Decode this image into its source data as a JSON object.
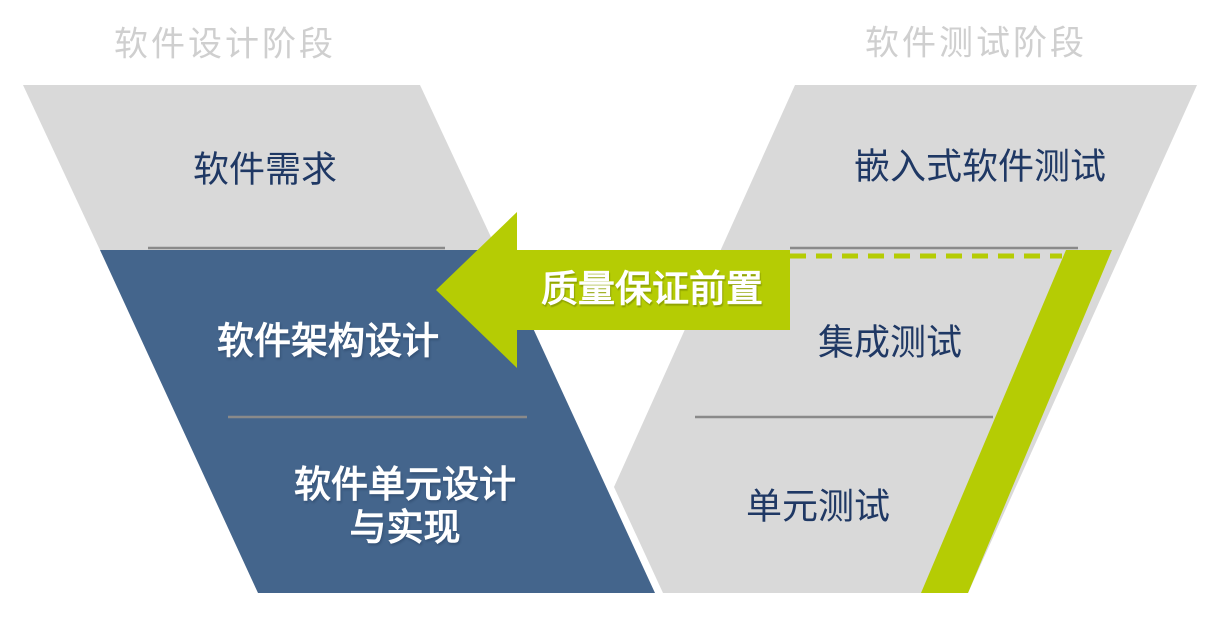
{
  "left_phase": {
    "title": "软件设计阶段",
    "stages": [
      {
        "label": "软件需求"
      },
      {
        "label": "软件架构设计"
      },
      {
        "label": "软件单元设计",
        "label2": "与实现"
      }
    ]
  },
  "right_phase": {
    "title": "软件测试阶段",
    "stages": [
      {
        "label": "嵌入式软件测试"
      },
      {
        "label": "集成测试"
      },
      {
        "label": "单元测试"
      }
    ]
  },
  "arrow": {
    "label": "质量保证前置"
  },
  "colors": {
    "panel_gray": "#d9d9d9",
    "panel_blue": "#44658c",
    "accent_green": "#b5cc04",
    "navy_text": "#1f3864",
    "title_gray": "#cfcfcf",
    "divider_gray": "#8a8a8a",
    "label_white": "#ffffff"
  }
}
